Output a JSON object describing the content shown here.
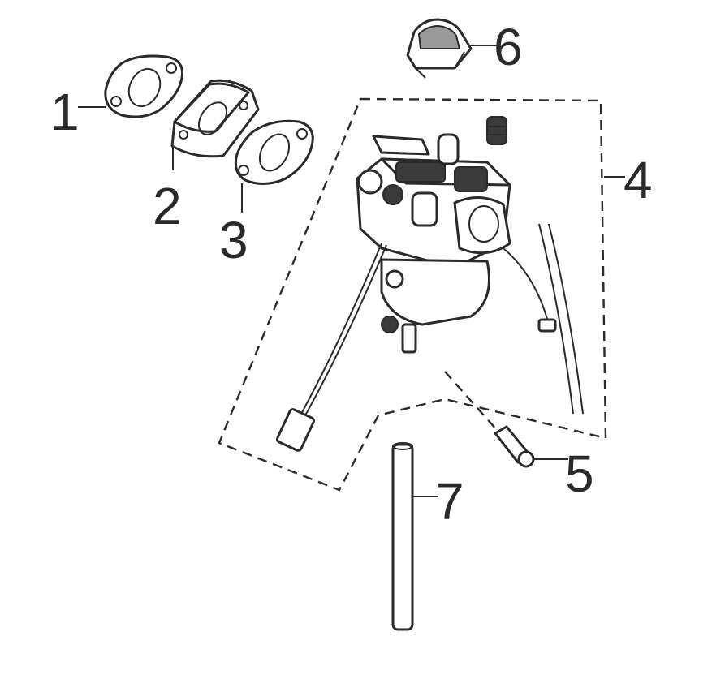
{
  "diagram": {
    "callouts": [
      {
        "id": "1",
        "label": "1"
      },
      {
        "id": "2",
        "label": "2"
      },
      {
        "id": "3",
        "label": "3"
      },
      {
        "id": "4",
        "label": "4"
      },
      {
        "id": "5",
        "label": "5"
      },
      {
        "id": "6",
        "label": "6"
      },
      {
        "id": "7",
        "label": "7"
      }
    ]
  },
  "colors": {
    "line": "#2a2a2a",
    "background": "#ffffff"
  }
}
